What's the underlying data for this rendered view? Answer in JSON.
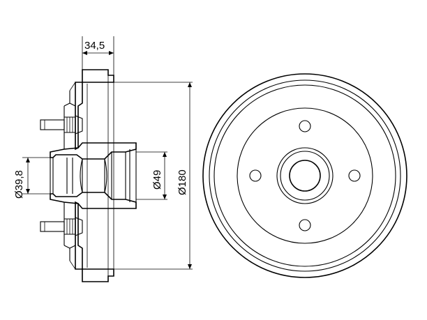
{
  "dimensions": {
    "flange_width": "34,5",
    "inner_bore_diameter": "Ø39,8",
    "hub_diameter": "Ø49",
    "drum_diameter": "Ø180"
  }
}
